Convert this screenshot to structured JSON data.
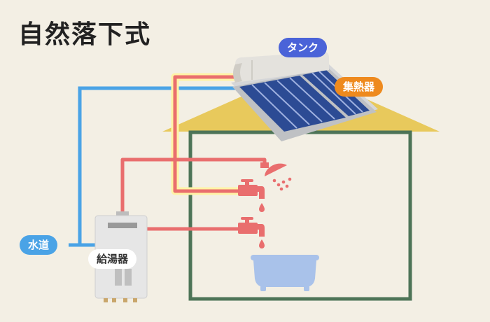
{
  "title": "自然落下式",
  "labels": {
    "tank": "タンク",
    "collector": "集熱器",
    "water_supply": "水道",
    "water_heater": "給湯器"
  },
  "colors": {
    "background": "#f3efe4",
    "roof": "#e8c95c",
    "house_outline": "#4d7457",
    "cold_pipe": "#4aa3e6",
    "hot_pipe": "#e96e6e",
    "hot_pipe_glow": "#fff3a6",
    "tank_label": "#4a63d8",
    "collector_label": "#ee8a1e",
    "panel": "#2c4b94",
    "bathtub": "#a9c2ea"
  },
  "icons": [
    "shower-icon",
    "faucet-icon",
    "bathtub-icon",
    "water-drop-icon",
    "water-heater-icon",
    "solar-collector-icon",
    "tank-icon"
  ]
}
